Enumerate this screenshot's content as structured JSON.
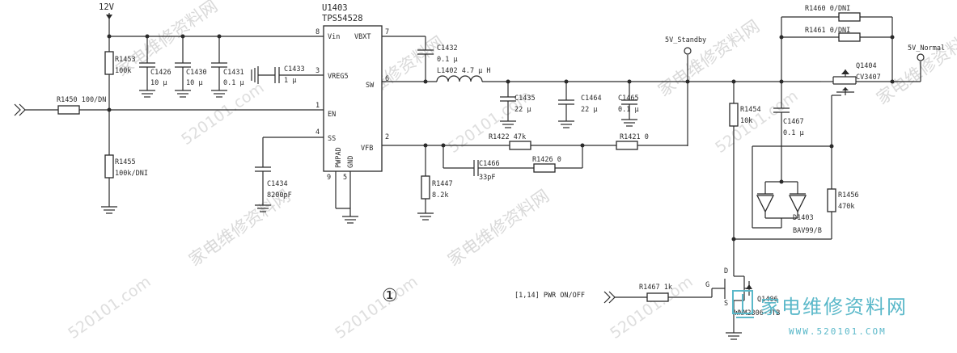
{
  "rails": {
    "v12": "12V",
    "v5_standby": "5V_Standby",
    "v5_normal": "5V_Normal"
  },
  "ic": {
    "ref": "U1403",
    "part": "TPS54528",
    "pins": {
      "vin": "Vin",
      "vin_no": "8",
      "en": "EN",
      "en_no": "1",
      "vreg5": "VREG5",
      "vreg5_no": "3",
      "ss": "SS",
      "ss_no": "4",
      "vbst": "VBXT",
      "vbst_no": "7",
      "sw": "SW",
      "sw_no": "6",
      "vfb": "VFB",
      "vfb_no": "2",
      "pwpad": "PWPAD",
      "gnd": "GND",
      "pin9": "9",
      "pin5": "5"
    }
  },
  "parts": {
    "r1450": "R1450 100/DN",
    "r1453": "R1453",
    "r1453_val": "100k",
    "r1455": "R1455",
    "r1455_val": "100k/DNI",
    "c1426": "C1426",
    "c1426_val": "10 μ",
    "c1430": "C1430",
    "c1430_val": "10 μ",
    "c1431": "C1431",
    "c1431_val": "0.1 μ",
    "c1433": "C1433",
    "c1433_val": "1 μ",
    "c1434": "C1434",
    "c1434_val": "8200pF",
    "c1432": "C1432",
    "c1432_val": "0.1 μ",
    "l1402": "L1402 4.7 μ H",
    "c1435": "C1435",
    "c1435_val": "22 μ",
    "c1464": "C1464",
    "c1464_val": "22 μ",
    "c1465": "C1465",
    "c1465_val": "0.1 μ",
    "r1422": "R1422 47k",
    "r1421": "R1421 0",
    "c1466": "C1466",
    "c1466_val": "33pF",
    "r1426": "R1426 0",
    "r1447": "R1447",
    "r1447_val": "8.2k",
    "r1460": "R1460 0/DNI",
    "r1461": "R1461 0/DNI",
    "q1404": "Q1404",
    "q1404_val": "CV3407",
    "r1454": "R1454",
    "r1454_val": "10k",
    "c1467": "C1467",
    "c1467_val": "0.1 μ",
    "r1456": "R1456",
    "r1456_val": "470k",
    "d1403": "D1403",
    "d1403_val": "BAV99/B",
    "r1467": "R1467 1k",
    "q1406": "Q1406",
    "q1406_val": "WNM2306-3TB",
    "q_d": "D",
    "q_g": "G",
    "q_s": "S"
  },
  "net_pwr": "[1,14] PWR ON/OFF",
  "figure_number": "①",
  "watermark": {
    "text": "家电维修资料网",
    "url": "520101.com",
    "brand": "家电维修资料网",
    "brand_url": "WWW.520101.COM"
  }
}
